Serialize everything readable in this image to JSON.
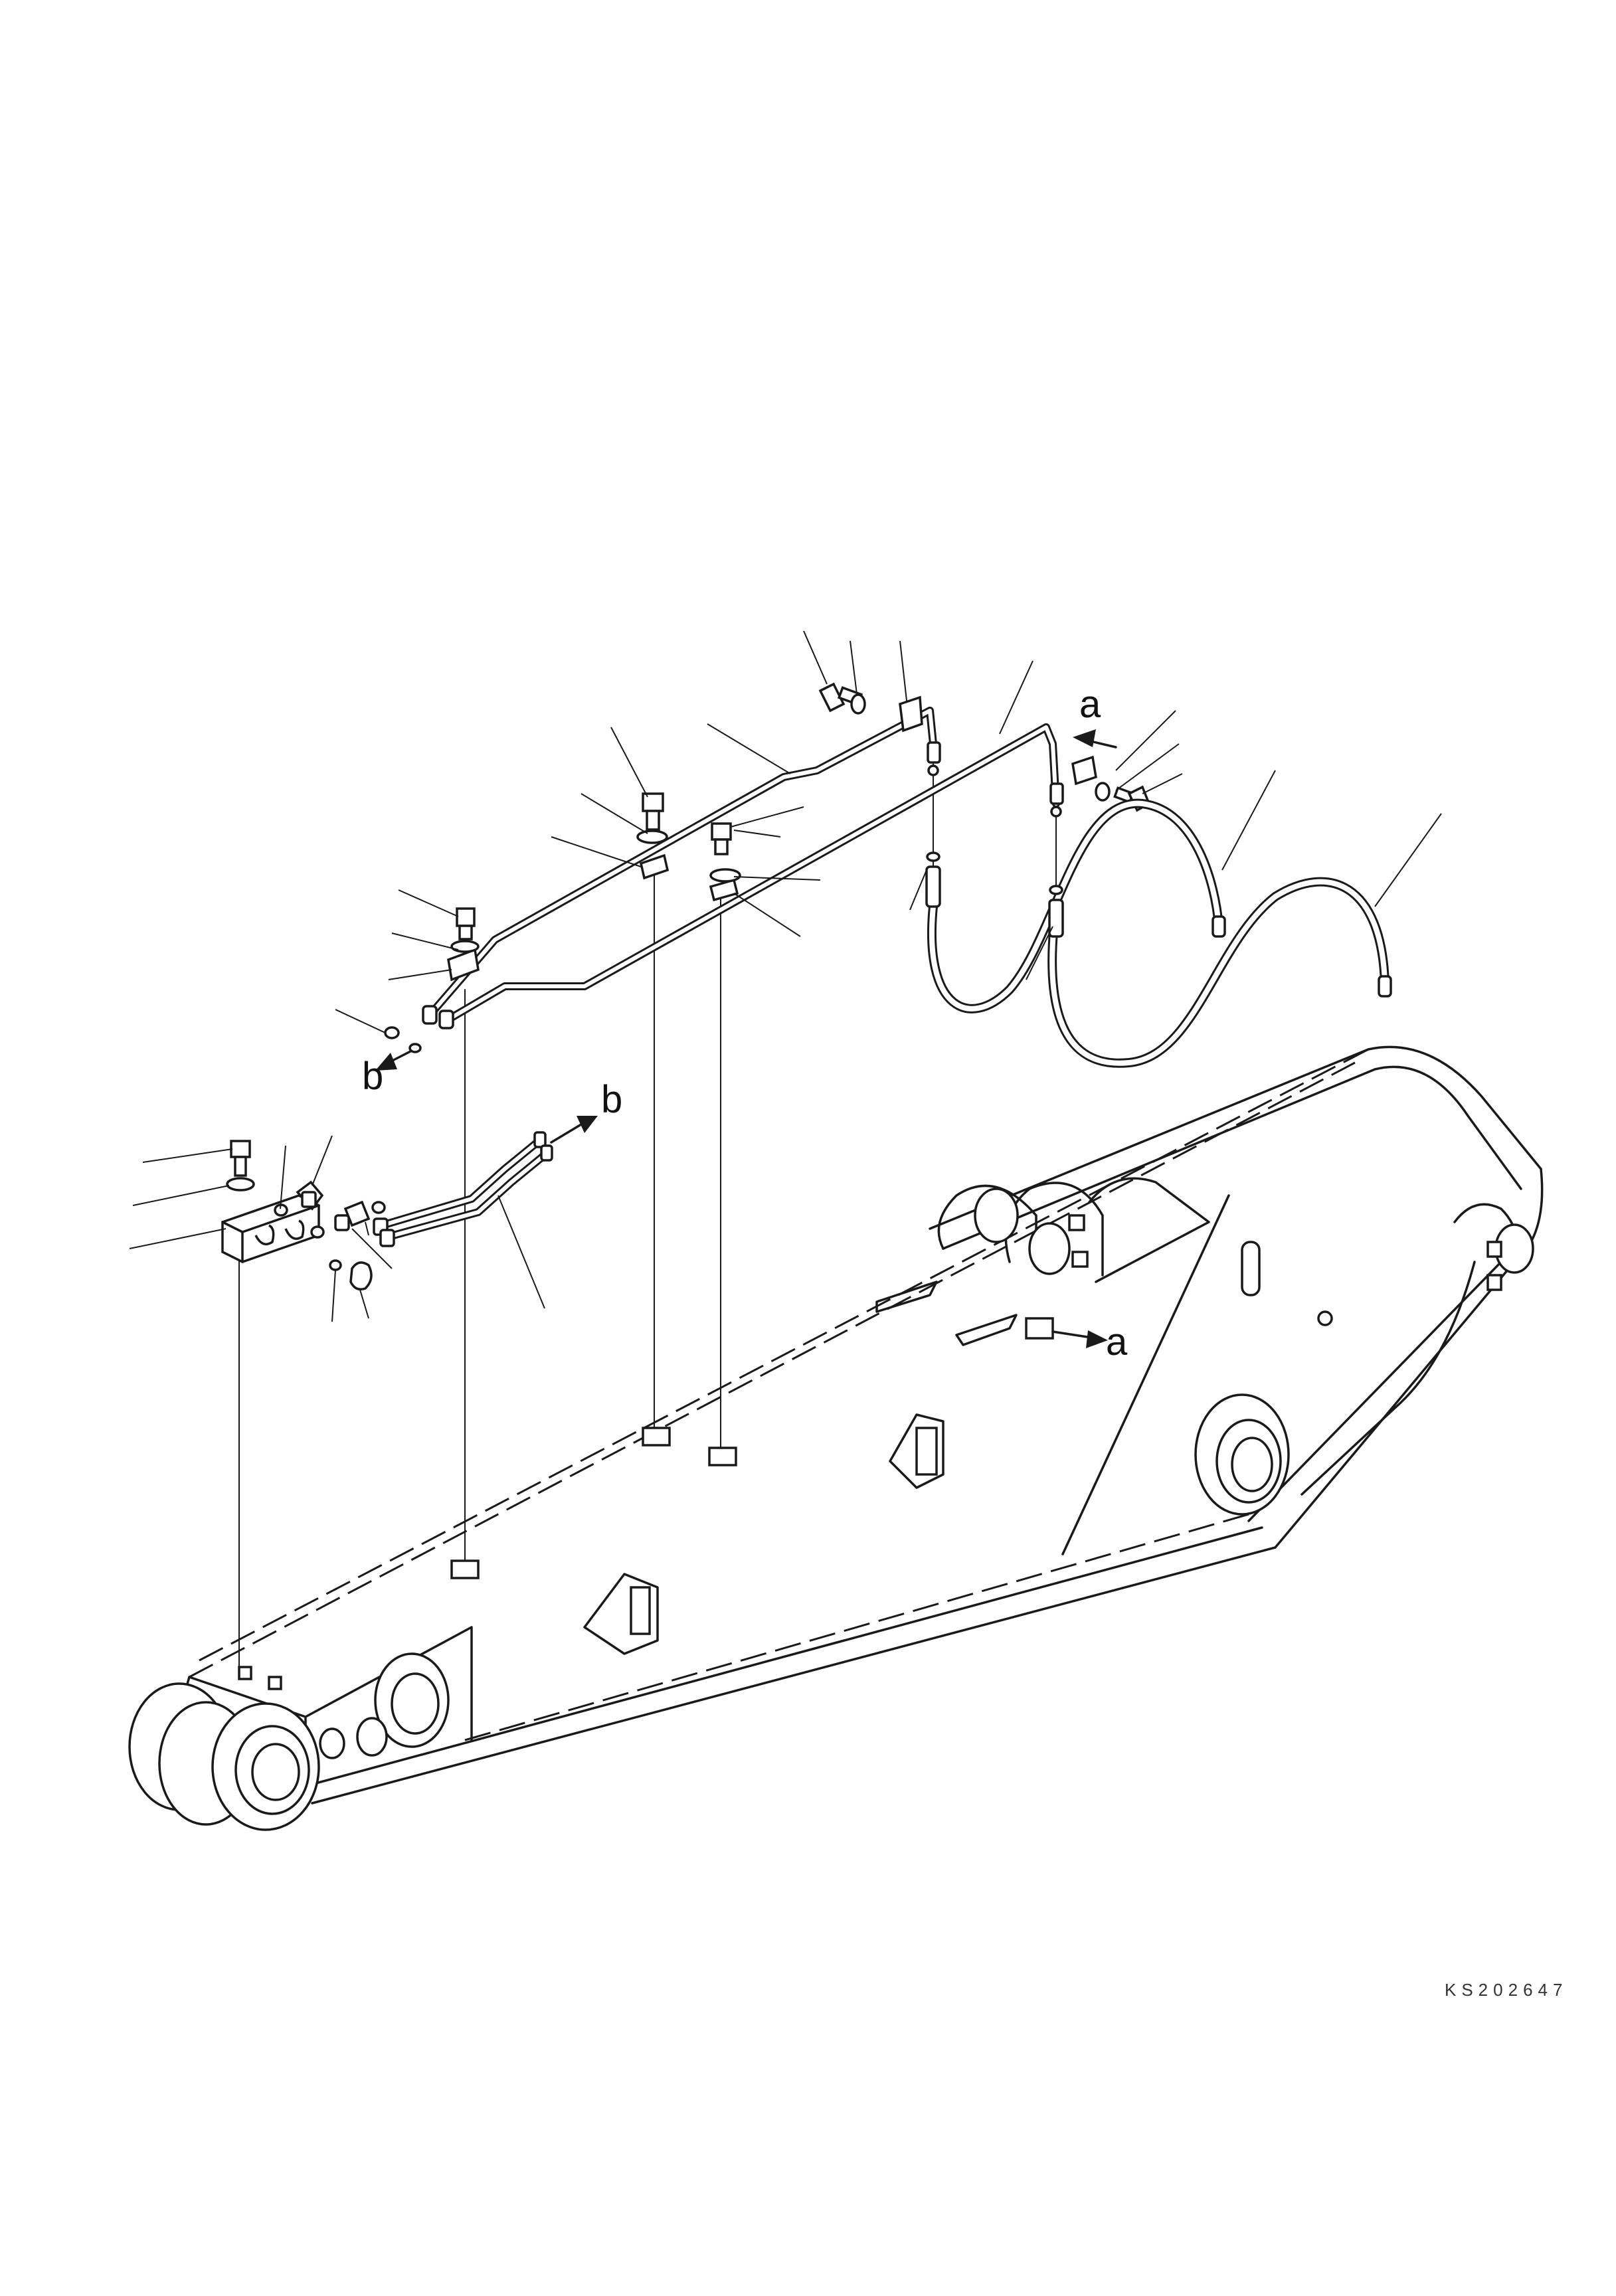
{
  "diagram": {
    "view_labels": {
      "a": "a",
      "b": "b"
    },
    "drawing_code": "KS202647"
  }
}
